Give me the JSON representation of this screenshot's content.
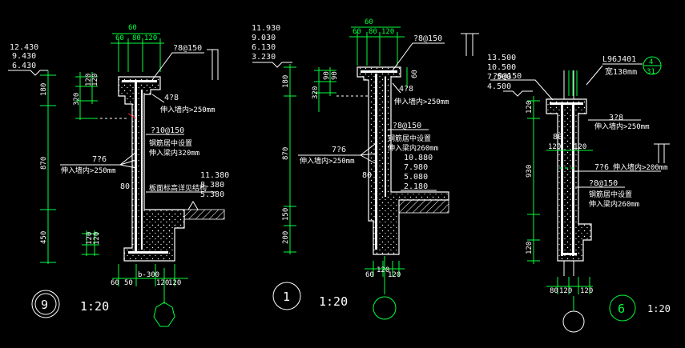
{
  "sections": [
    {
      "id": "9",
      "scale": "1:20",
      "levels": [
        "12.430",
        "9.430",
        "6.430"
      ],
      "top_dims": [
        "60",
        "60",
        "80",
        "120"
      ],
      "stirrup_top": "?8@150",
      "rebar_top": "4?8",
      "anchor_top": "伸入墙内>250mm",
      "stirrup_mid": "?10@150",
      "note_mid_1": "钢筋居中设置",
      "note_mid_2": "伸入梁内320mm",
      "rebar_side": "7?6",
      "anchor_side": "伸入墙内>250mm",
      "dim_80": "80",
      "note_low": "板面标高详见结构",
      "floor_levels": [
        "11.380",
        "8.380",
        "5.380"
      ],
      "v_dims": [
        "180",
        "320",
        "120",
        "120",
        "870",
        "450",
        "120",
        "120"
      ],
      "bottom_dims": [
        "b-300",
        "60",
        "50",
        "120",
        "120"
      ]
    },
    {
      "id": "1",
      "scale": "1:20",
      "levels": [
        "11.930",
        "9.030",
        "6.130",
        "3.230"
      ],
      "top_dims": [
        "60",
        "60",
        "80",
        "120"
      ],
      "stirrup_top": "?8@150",
      "rebar_top": "4?8",
      "anchor_top": "伸入墙内>250mm",
      "v_60": "60",
      "stirrup_mid": "?8@150",
      "note_mid_1": "钢筋居中设置",
      "note_mid_2": "伸入梁内260mm",
      "rebar_side": "7?6",
      "anchor_side": "伸入墙内>250mm",
      "dim_80": "80",
      "floor_levels": [
        "10.880",
        "7.980",
        "5.080",
        "2.180"
      ],
      "v_dims": [
        "180",
        "320",
        "90",
        "90",
        "870",
        "150",
        "200"
      ],
      "bottom_dims": [
        "60",
        "120",
        "120"
      ]
    },
    {
      "id": "6",
      "scale": "1:20",
      "levels": [
        "13.500",
        "10.500",
        "7.500",
        "4.500"
      ],
      "detail_ref": "L96J401",
      "detail_num": "4",
      "detail_sheet": "31",
      "stirrup_top": "?8@150",
      "width_note": "宽130mm",
      "rebar_top": "3?8",
      "anchor_top": "伸入墙内>250mm",
      "dim_80": "80",
      "dim_120a": "120",
      "dim_120b": "120",
      "rebar_side": "7?6",
      "anchor_side": "伸入墙内>200mm",
      "stirrup_mid": "?8@150",
      "note_mid_1": "钢筋居中设置",
      "note_mid_2": "伸入梁内260mm",
      "v_dims": [
        "120",
        "930",
        "120"
      ],
      "bottom_dims": [
        "80",
        "120",
        "120"
      ]
    }
  ]
}
